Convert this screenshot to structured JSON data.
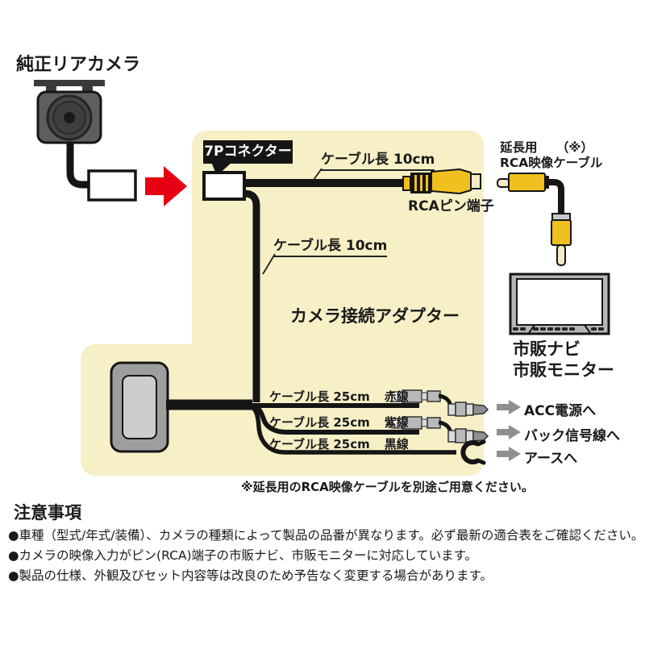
{
  "colors": {
    "background": "#FFFFFF",
    "panel": "#F7F0C6",
    "black": "#151515",
    "text": "#1A1A1A",
    "red_arrow": "#E60012",
    "gray_arrow": "#8F8F8F",
    "rca_yellow": "#F0C11E",
    "connector_cream": "#F4ECC6",
    "monitor_frame": "#B5B5B5",
    "adapter_outer": "#9E9E9E",
    "adapter_inner": "#CDCDCD"
  },
  "diagram": {
    "camera_label": "純正リアカメラ",
    "connector_7p_label": "7Pコネクター",
    "cable_10cm_top": "ケーブル長 10cm",
    "cable_10cm_mid": "ケーブル長 10cm",
    "rca_pin_label": "RCAピン端子",
    "extension": {
      "line1": "延長用",
      "note_mark": "（※）",
      "line2": "RCA映像ケーブル"
    },
    "adapter_label": "カメラ接続アダプター",
    "monitor_label_line1": "市販ナビ",
    "monitor_label_line2": "市販モニター",
    "wires": [
      {
        "length_label": "ケーブル長 25cm",
        "color_label": "赤線",
        "destination": "ACC電源へ"
      },
      {
        "length_label": "ケーブル長 25cm",
        "color_label": "紫線",
        "destination": "バック信号線へ"
      },
      {
        "length_label": "ケーブル長 25cm",
        "color_label": "黒線",
        "destination": "アースへ"
      }
    ],
    "footnote": "※延長用のRCA映像ケーブルを別途ご用意ください。"
  },
  "cautions": {
    "heading": "注意事項",
    "items": [
      "●車種（型式/年式/装備）、カメラの種類によって製品の品番が異なります。必ず最新の適合表をご確認ください。",
      "●カメラの映像入力がピン(RCA)端子の市販ナビ、市販モニターに対応しています。",
      "●製品の仕様、外観及びセット内容等は改良のため予告なく変更する場合があります。"
    ]
  },
  "icons": {
    "red_arrow_icon": "thick right arrow (red)",
    "gray_arrow_icon": "thick right arrow (gray)",
    "callout_pointer_icon": "down triangle (black)"
  }
}
